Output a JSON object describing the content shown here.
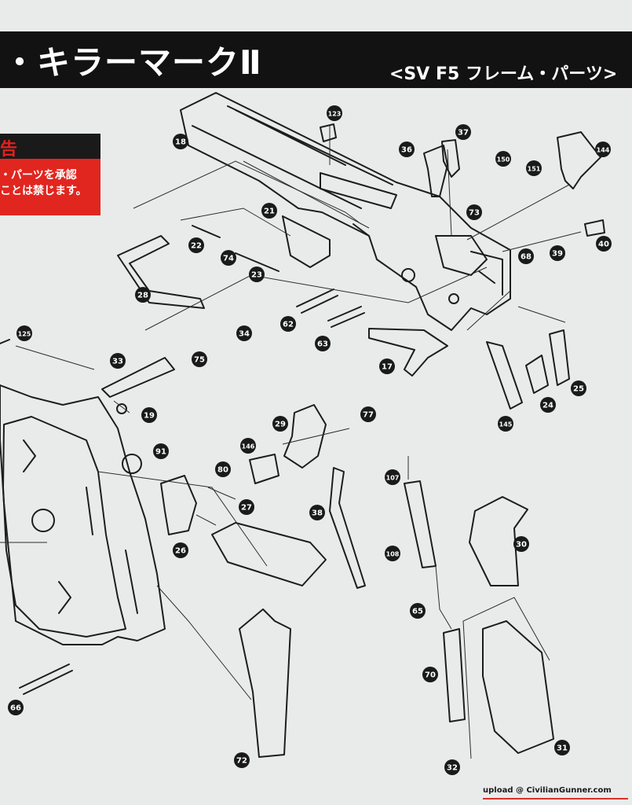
{
  "header": {
    "title": "・キラーマークⅡ",
    "subtitle": "<SV F5 フレーム・パーツ>"
  },
  "warning": {
    "heading": "告",
    "line1": "・パーツを承認",
    "line2": "ことは禁じます。"
  },
  "diagram": {
    "callouts": [
      "123",
      "37",
      "36",
      "18",
      "144",
      "150",
      "151",
      "73",
      "21",
      "22",
      "74",
      "23",
      "68",
      "39",
      "40",
      "28",
      "62",
      "63",
      "34",
      "125",
      "33",
      "75",
      "17",
      "145",
      "24",
      "25",
      "19",
      "77",
      "29",
      "146",
      "91",
      "80",
      "107",
      "27",
      "26",
      "38",
      "108",
      "30",
      "65",
      "70",
      "66",
      "72",
      "31",
      "32"
    ]
  },
  "watermark": "upload @ CivilianGunner.com",
  "colors": {
    "banner": "#121212",
    "warning_red": "#e1261f",
    "callout_fill": "#1a1a1a",
    "page_bg": "#e9ebeb",
    "line": "#1d1d1d"
  }
}
